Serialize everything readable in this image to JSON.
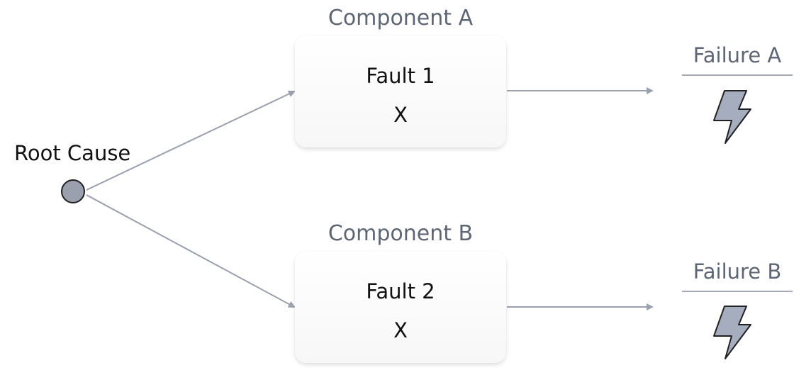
{
  "root": {
    "label": "Root Cause"
  },
  "components": [
    {
      "title": "Component A",
      "fault": "Fault 1",
      "mark": "X"
    },
    {
      "title": "Component B",
      "fault": "Fault 2",
      "mark": "X"
    }
  ],
  "failures": [
    {
      "title": "Failure A",
      "icon": "lightning-bolt-icon"
    },
    {
      "title": "Failure B",
      "icon": "lightning-bolt-icon"
    }
  ],
  "colors": {
    "connector": "#9aa0ad",
    "node_fill": "#9aa0ad",
    "label_gray": "#5d6675",
    "text_dark": "#111111",
    "bolt_fill": "#a5adbf"
  }
}
